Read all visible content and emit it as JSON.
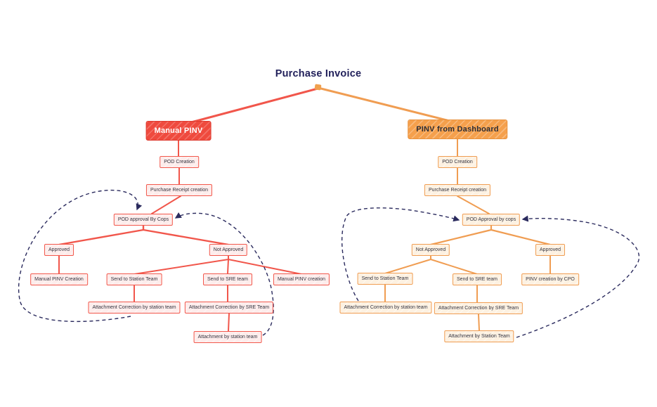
{
  "title": "Purchase Invoice",
  "left": {
    "header": "Manual PINV",
    "pod_creation": "POD Creation",
    "purchase_receipt": "Purchase Receipt creation",
    "pod_approval": "POD approval By Cops",
    "approved": "Approved",
    "manual_pinv_creation": "Manual PINV Creation",
    "not_approved": "Not Approved",
    "send_station": "Send to Station Team",
    "send_sre": "Send to SRE team",
    "manual_pinv_creation_alt": "Manual PINV creation",
    "attachment_correction_station": "Attachment Correction by station team",
    "attachment_correction_sre": "Attachment Correction by SRE Team",
    "attachment_by_station": "Attachment by station team"
  },
  "right": {
    "header": "PINV from Dashboard",
    "pod_creation": "POD Creation",
    "purchase_receipt": "Purchase Receipt creation",
    "pod_approval": "POD Approval by cops",
    "not_approved": "Not Approved",
    "approved": "Approved",
    "send_station": "Send to Station Team",
    "send_sre": "Send to SRE team",
    "pinv_creation_cpo": "PINV creation by CPO",
    "attachment_correction_station": "Attachment Correction by station team",
    "attachment_correction_sre": "Attachment Correction by SRE Team",
    "attachment_by_station": "Attachment by Station Team"
  },
  "colors": {
    "red_line": "#f1564b",
    "red_header_fill": "#ef4a3e",
    "red_light_fill": "#fdeceb",
    "orange_line": "#f09d52",
    "orange_header_fill": "#f5a04c",
    "orange_light_fill": "#fdf1e1",
    "navy": "#2b2b5e",
    "title_color": "#22215b"
  }
}
